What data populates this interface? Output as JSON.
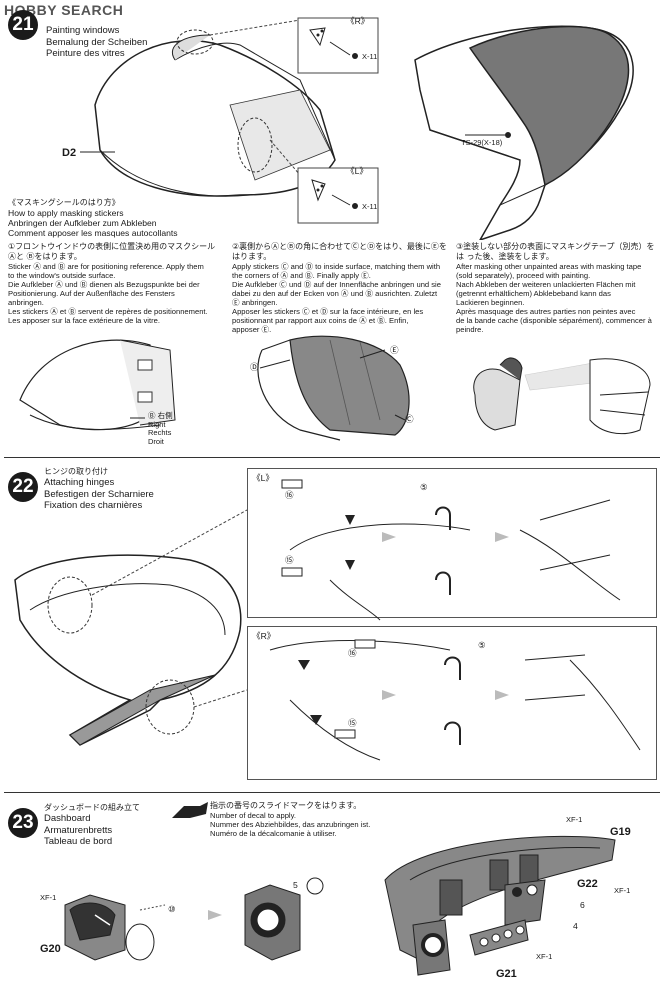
{
  "watermark": "HOBBY SEARCH",
  "step21": {
    "number": "21",
    "titles": [
      "Painting windows",
      "Bemalung der Scheiben",
      "Peinture des vitres"
    ],
    "part_d2": "D2",
    "right_label": "《R》",
    "left_label": "《L》",
    "x11_a": "X-11",
    "x11_b": "X-11",
    "ts29": "TS-29(X-18)",
    "sticker_header_jp": "《マスキングシールのはり方》",
    "sticker_header": [
      "How to apply masking stickers",
      "Anbringen der Aufkleber zum Abkleben",
      "Comment apposer les masques autocollants"
    ],
    "col1_jp": "①フロントウインドウの表側に位置決め用のマスクシール Ⓐと Ⓑをはります。",
    "col1": [
      "Sticker Ⓐ and Ⓑ are for positioning reference. Apply them",
      "to the window's outside surface.",
      "Die Aufkleber Ⓐ und Ⓑ dienen als Bezugspunkte bei der",
      "Positionierung. Auf der Außenfläche des Fensters",
      "anbringen.",
      "Les stickers Ⓐ et Ⓑ servent de repères de positionnement.",
      "Les apposer sur la face extérieure de la vitre."
    ],
    "col2_jp": "②裏側からⒶとⒷの角に合わせてⒸとⒹをはり、最後にⒺを はります。",
    "col2": [
      "Apply stickers Ⓒ and Ⓓ to inside surface, matching them with",
      "the corners of Ⓐ and Ⓑ. Finally apply Ⓔ.",
      "Die Aufkleber Ⓒ und Ⓓ auf der Innenfläche anbringen und sie",
      "dabei zu den auf der Ecken von Ⓐ und Ⓑ ausrichten. Zuletzt",
      "Ⓔ anbringen.",
      "Apposer les stickers Ⓒ et Ⓓ sur la face intérieure, en les",
      "positionnant par rapport aux coins de Ⓐ et Ⓑ. Enfin,",
      "apposer Ⓔ."
    ],
    "col3_jp": "③塗装しない部分の表面にマスキングテープ（別売）をは った後、塗装をします。",
    "col3": [
      "After masking other unpainted areas with masking tape",
      "(sold separately), proceed with painting.",
      "Nach Abkleben der weiteren unlackierten Flächen mit",
      "(getrennt erhältlichem) Abklebeband kann das",
      "Lackieren beginnen.",
      "Après masquage des autres parties non peintes avec",
      "de la bande cache (disponible séparément), commencer à",
      "peindre."
    ],
    "b_right": [
      "Ⓑ 右側",
      "Right",
      "Rechts",
      "Droit"
    ],
    "d_label": "Ⓓ",
    "e_label": "Ⓔ",
    "c_label": "Ⓒ"
  },
  "step22": {
    "number": "22",
    "title_jp": "ヒンジの取り付け",
    "titles": [
      "Attaching hinges",
      "Befestigen der Scharniere",
      "Fixation des charnières"
    ],
    "left_label": "《L》",
    "right_label": "《R》",
    "decal_16": "⑯",
    "decal_15": "⑮",
    "decal_5": "⑤"
  },
  "step23": {
    "number": "23",
    "title_jp": "ダッシュボードの組み立て",
    "titles": [
      "Dashboard",
      "Armaturenbretts",
      "Tableau de bord"
    ],
    "decal_note_jp": "指示の番号のスライドマークをはります。",
    "decal_note": [
      "Number of decal to apply.",
      "Nummer des Abziehbildes, das anzubringen ist.",
      "Numéro de la décalcomanie à utiliser."
    ],
    "xf1_a": "XF-1",
    "xf1_b": "XF-1",
    "xf1_c": "XF-1",
    "xf1_d": "XF-1",
    "g20": "G20",
    "g19": "G19",
    "g22": "G22",
    "g21": "G21",
    "decal_10": "⑩",
    "decal_5": "5",
    "decal_6": "6",
    "decal_4": "4"
  }
}
